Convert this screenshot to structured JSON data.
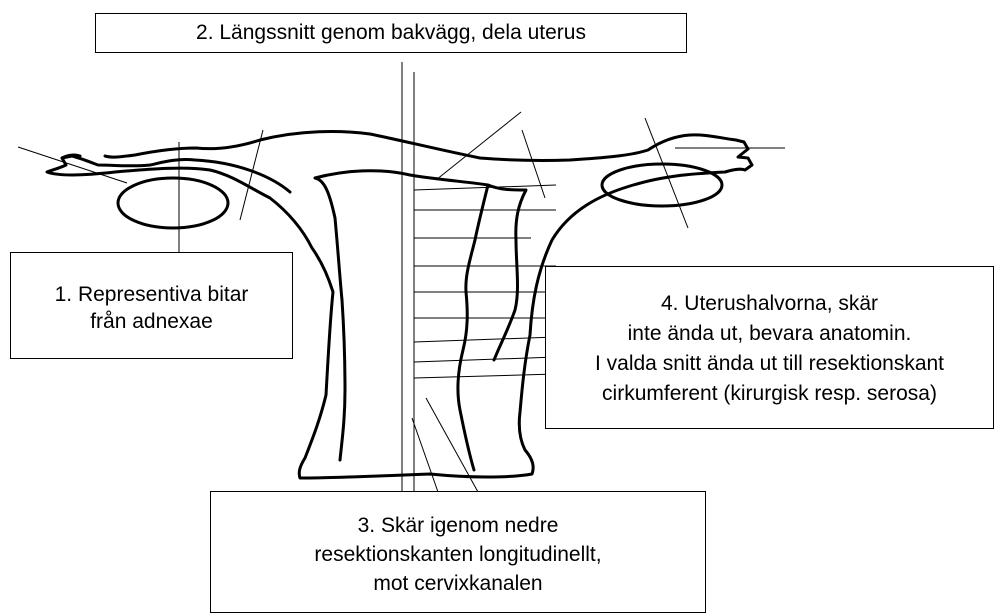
{
  "labels": {
    "step1": {
      "lines": [
        "1. Representiva bitar",
        "från adnexae"
      ]
    },
    "step2": {
      "lines": [
        "2. Längssnitt genom bakvägg, dela uterus"
      ]
    },
    "step3": {
      "lines": [
        "3. Skär igenom nedre",
        "resektionskanten longitudinellt,",
        "mot cervixkanalen"
      ]
    },
    "step4": {
      "lines": [
        "4. Uterushalvorna, skär",
        "inte ända ut, bevara anatomin.",
        "I valda snitt ända ut till resektionskant",
        "cirkumferent (kirurgisk resp. serosa)"
      ]
    }
  },
  "colors": {
    "stroke": "#000000",
    "background": "#ffffff"
  }
}
